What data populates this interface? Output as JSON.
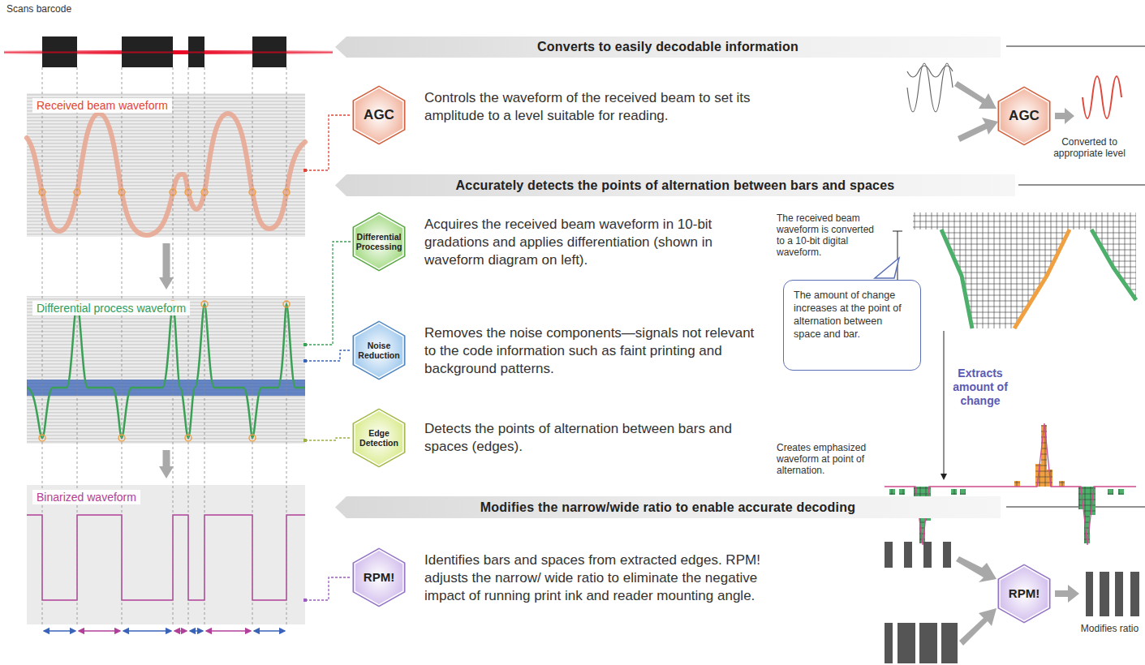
{
  "diagram": {
    "nodes": [
      {
        "text": [
          "Received beam waveform"
        ]
      },
      {
        "text": [
          "Differential process waveform"
        ]
      },
      {
        "text": [
          "Binarized waveform"
        ]
      },
      {
        "text": [
          "Converts to easily decodable information"
        ]
      },
      {
        "text": [
          "AGC"
        ]
      },
      {
        "text": [
          "AGC"
        ]
      },
      {
        "text": [
          "Accurately detects the points of alternation between bars and spaces"
        ]
      },
      {
        "text": [
          "Differential Processing"
        ]
      },
      {
        "text": [
          "Noise Reduction"
        ]
      },
      {
        "text": [
          "Edge Detection"
        ]
      },
      {
        "text": [
          "The amount of change increases at the point of alternation between space and bar."
        ]
      },
      {
        "text": [
          "Modifies the narrow/wide ratio to enable accurate decoding"
        ]
      },
      {
        "text": [
          "RPM!"
        ]
      },
      {
        "text": [
          "RPM!"
        ]
      }
    ],
    "edges": [
      {
        "from": 0,
        "to": 1,
        "arrow": "to"
      },
      {
        "from": 1,
        "to": 2,
        "arrow": "to"
      },
      {
        "from": 0,
        "to": 4,
        "arrow": "none"
      },
      {
        "from": 1,
        "to": 7,
        "arrow": "none"
      },
      {
        "from": 1,
        "to": 8,
        "arrow": "none"
      },
      {
        "from": 1,
        "to": 9,
        "arrow": "none"
      },
      {
        "from": 2,
        "to": 12,
        "arrow": "none"
      }
    ],
    "labels": [
      "Scans barcode",
      "Controls the waveform of the received beam to set its amplitude to a level suitable for reading.",
      "Converted to appropriate level",
      "Acquires the received beam waveform in 10-bit gradations and applies differentiation (shown in waveform diagram on left).",
      "The received beam waveform is converted to a 10-bit digital waveform.",
      "Removes the noise components—signals not relevant to the code information such as faint printing and background patterns.",
      "Extracts amount of change",
      "Detects the points of alternation between bars and spaces (edges).",
      "Creates emphasized waveform at point of alternation.",
      "Identifies bars and spaces from extracted edges. RPM! adjusts the narrow/ wide ratio to eliminate the negative impact of running print ink and reader mounting angle.",
      "Modifies ratio"
    ]
  }
}
